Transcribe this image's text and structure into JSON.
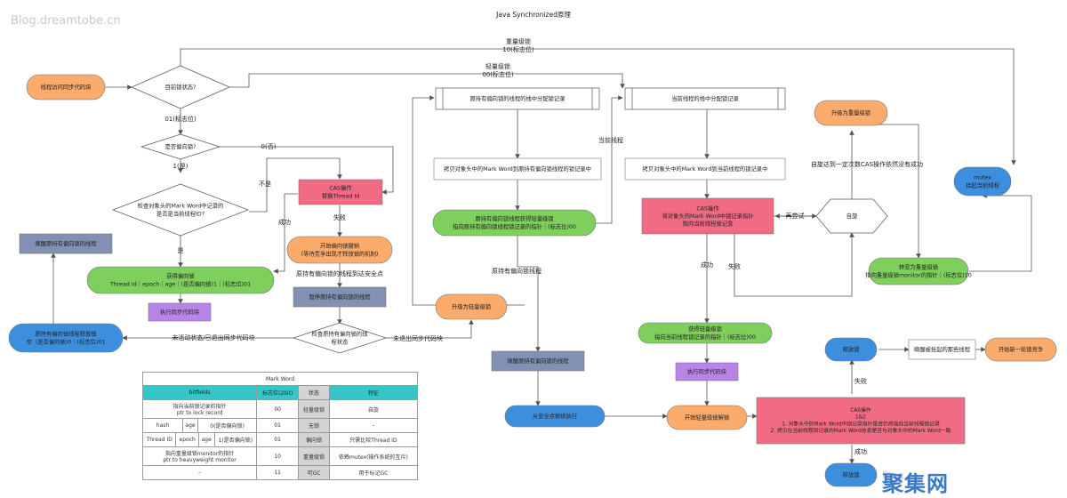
{
  "watermark": "Blog.dreamtobe.cn",
  "title": "Java Synchronized原理",
  "logo_text": "聚集网",
  "colors": {
    "orange": "#fbab6c",
    "green": "#7fcf5c",
    "blue": "#3d8fde",
    "pink": "#f26b84",
    "slate": "#8190b3",
    "purple": "#b884e8",
    "teal": "#36c6c9",
    "line": "#555555"
  },
  "nodes": {
    "start": "线程访问同步代码块",
    "d_lock_state": "目前锁状态?",
    "d_biased": "是否偏向锁?",
    "d_check_mark": [
      "检查对象头的Mark Word中记录的",
      "是否是当前线程ID?"
    ],
    "cas_replace": [
      "CAS操作",
      "替换Thread Id"
    ],
    "revoke_start": [
      "开始偏向锁撤销",
      "(等待竞争出现才释放锁的机制)"
    ],
    "suspend_owner": "暂停原持有偏向锁的线程",
    "d_owner_state": [
      "检查原持有偏向锁的线",
      "程状态"
    ],
    "release_biased": [
      "原持有偏向锁线程释放锁",
      "空（是否偏向锁)0｜(标志位)01"
    ],
    "wake_owner_left": "唤醒原持有偏向锁的线程",
    "got_biased": [
      "获得偏向锁",
      "Thread Id｜epoch｜age｜(是否偏向锁)1｜(标志位)01"
    ],
    "exec_sync_1": "执行同步代码块",
    "upgrade_light": "升级为轻量级锁",
    "alloc_owner": "原持有偏向锁的线程的栈中分配锁记录",
    "copy_owner": "拷贝对象头中的Mark Word到原持有偏向锁线程的锁记录中",
    "owner_got_light": [
      "原持有偏向锁线程获得轻量级锁",
      "指向原持有偏向锁线程锁记录的指针｜(标志位)00"
    ],
    "wake_owner_mid": "唤醒原持有偏向锁的线程",
    "resume_safepoint": "从安全点继续执行",
    "alloc_cur": "当前线程的栈中分配锁记录",
    "copy_cur": "拷贝对象头中的Mark Word到当前线程的锁记录中",
    "cas_point": [
      "CAS操作",
      "将对象头的Mark Word中锁记录指针",
      "指向当前线程锁记录"
    ],
    "spin": "自旋",
    "got_light": [
      "获得轻量级锁",
      "指向当前线程锁记录的指针｜(标志位)00"
    ],
    "exec_sync_2": "执行同步代码块",
    "unlock_light": "开始轻量级锁解锁",
    "cas_release": [
      "CAS操作",
      "1&2",
      "1. 对象头中的Mark Word中锁记录指针是否仍然指向当前线程锁记录",
      "2. 拷贝在当前线程锁记录的Mark Word信息是否与对象头中的Mark Word一致"
    ],
    "release_top": "释放锁",
    "release_bottom": "释放锁",
    "wake_suspended": "唤醒被挂起的那些线程",
    "new_race": "开始新一轮锁竞争",
    "upgrade_heavy": "升级为重量级锁",
    "to_heavy": [
      "转变为重量级锁",
      "指向重量级锁monitor的指针｜(标志位)10"
    ],
    "mutex_suspend": [
      "mutex",
      "挂起当前线程"
    ]
  },
  "edge_labels": {
    "heavy": [
      "重量级锁",
      "10(标志位)"
    ],
    "light": [
      "轻量级锁",
      "00(标志位)"
    ],
    "flag01": "01(标志位)",
    "no0": "0(否)",
    "yes1": "1(是)",
    "not_match": "不是",
    "success_a": "成功",
    "fail_a": "失败",
    "is_yes": "是",
    "owner_to_safepoint": "原持有偏向锁的线程到达安全点",
    "inactive": "未活动状态/已退出同步代码块",
    "not_exited": "未退出同步代码块",
    "owner_thread": "原持有偏向锁线程",
    "current_thread": "当前线程",
    "retry": "再尝试",
    "success_b": "成功",
    "fail_b": "失败",
    "spin_fail": "自旋达到一定次数CAS操作依然没有成功",
    "fail_c": "失败",
    "success_c": "成功"
  },
  "mark_word": {
    "caption": "Mark Word",
    "headers": [
      "bitfields",
      "标志位(2bit)",
      "状态",
      "特征"
    ],
    "rows": [
      {
        "bits": [
          "指向当前锁记录的指针",
          "ptr to lock record"
        ],
        "flag": "00",
        "state": "轻量级锁",
        "feature": "自旋"
      },
      {
        "bits3": [
          "hash",
          "age",
          "0(是否偏向锁)"
        ],
        "flag": "01",
        "state": "无锁",
        "feature": "–"
      },
      {
        "bits3": [
          "Thread ID",
          "epoch",
          "age",
          "1(是否偏向锁)"
        ],
        "flag": "01",
        "state": "偏向锁",
        "feature": "只需比较Thread ID"
      },
      {
        "bits": [
          "指向重量级锁monitor的指针",
          "ptr to heavyweight monitor"
        ],
        "flag": "10",
        "state": "重量级锁",
        "feature": "依赖mutex(操作系统的互斥)"
      },
      {
        "bits": [
          "–"
        ],
        "flag": "11",
        "state": "可GC",
        "feature": "用于标记GC"
      }
    ]
  }
}
